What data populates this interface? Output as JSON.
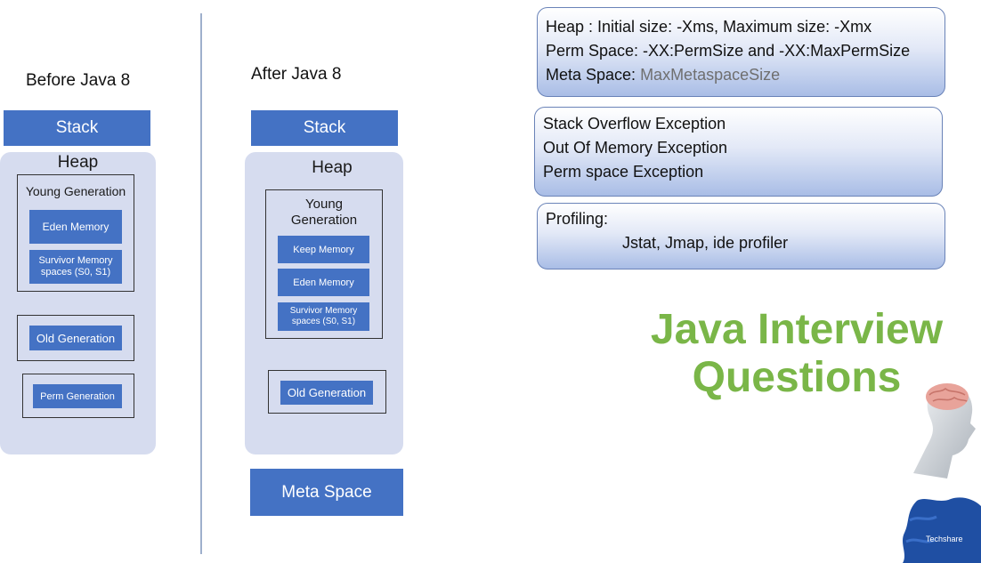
{
  "before": {
    "title": "Before Java 8",
    "stack": "Stack",
    "heap": "Heap",
    "young_generation": "Young Generation",
    "eden": "Eden Memory",
    "survivor": "Survivor Memory spaces (S0, S1)",
    "old_generation": "Old Generation",
    "perm_generation": "Perm Generation"
  },
  "after": {
    "title": "After Java 8",
    "stack": "Stack",
    "heap": "Heap",
    "young_generation": "Young Generation",
    "keep": "Keep Memory",
    "eden": "Eden Memory",
    "survivor": "Survivor Memory spaces (S0, S1)",
    "old_generation": "Old Generation",
    "meta_space": "Meta Space"
  },
  "notes": {
    "sizes": {
      "heap_prefix": "Heap :  Initial size: -Xms, Maximum size: -Xmx",
      "perm": "Perm Space: -XX:PermSize and -XX:MaxPermSize",
      "meta_label": "Meta Space: ",
      "meta_value": "MaxMetaspaceSize"
    },
    "exceptions": [
      "Stack Overflow Exception",
      "Out Of Memory Exception",
      "Perm space Exception"
    ],
    "profiling": {
      "label": "Profiling:",
      "tools": "Jstat, Jmap, ide profiler"
    }
  },
  "brand": {
    "line1": "Java Interview",
    "line2": "Questions",
    "logo_text": "Techshare"
  },
  "colors": {
    "block_blue": "#4472c4",
    "heap_panel": "#d6dcef",
    "brand_green": "#7ab648",
    "logo_blue": "#1f4fa3"
  }
}
